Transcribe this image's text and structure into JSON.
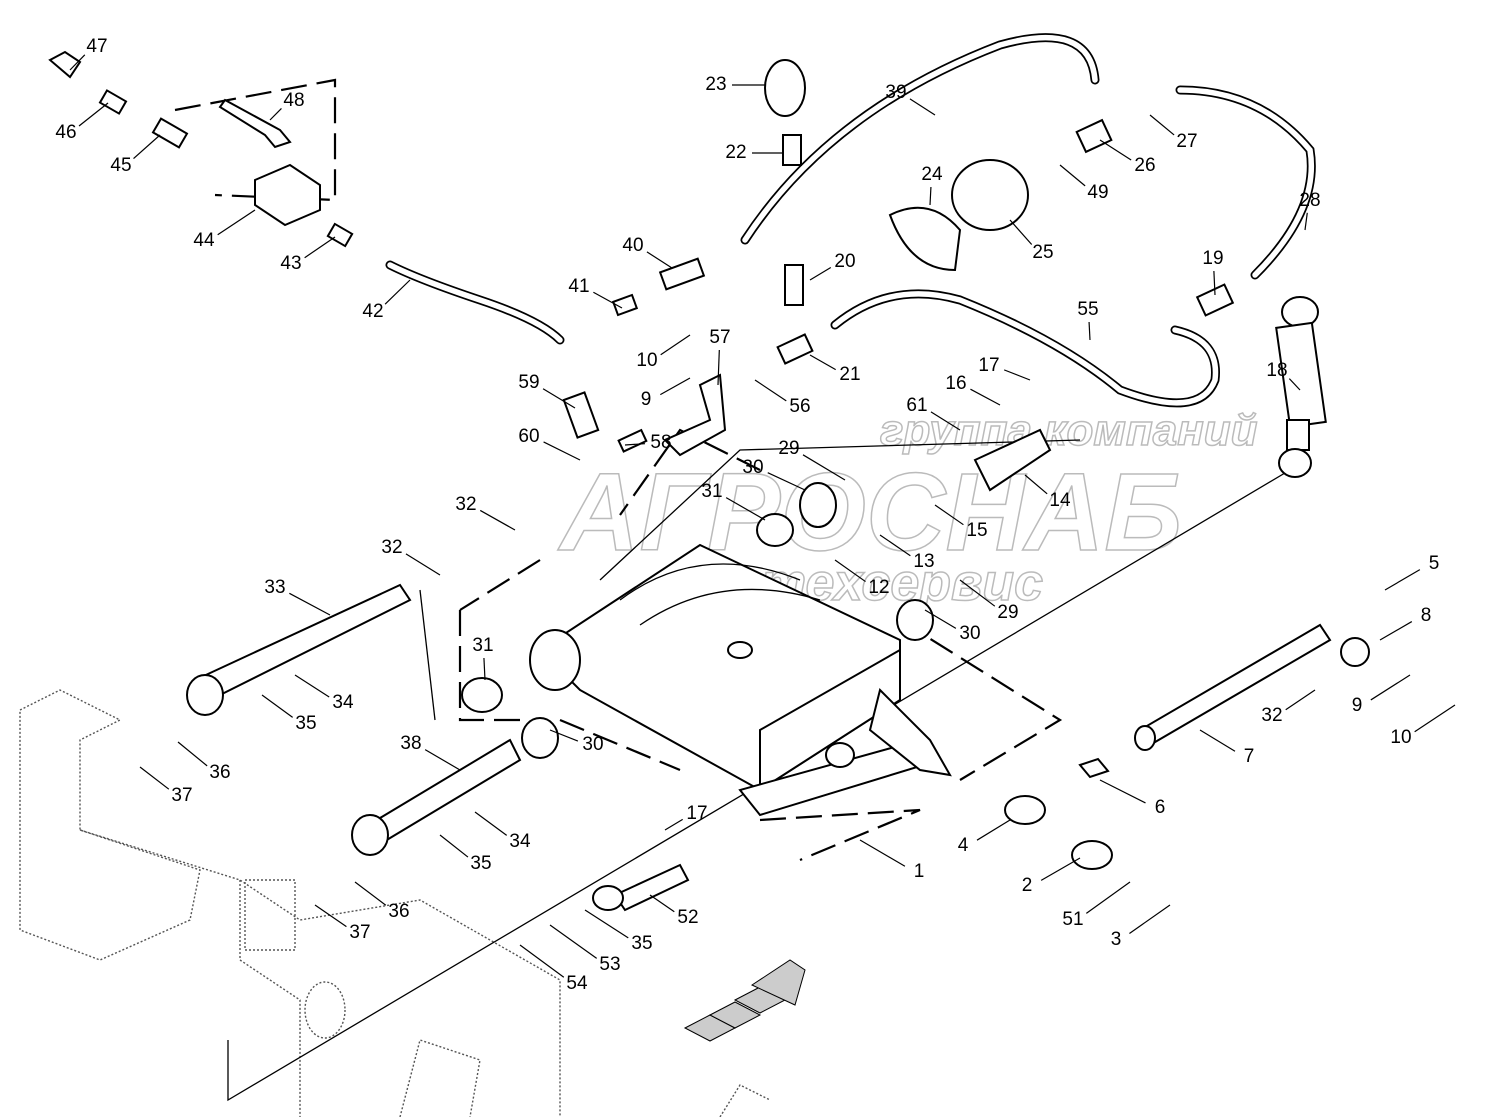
{
  "watermark": {
    "line1": "группа компаний",
    "line2": "АГРОСНАБ",
    "line3": "техсервис"
  },
  "callouts": [
    "47",
    "46",
    "45",
    "48",
    "44",
    "43",
    "42",
    "41",
    "40",
    "10",
    "57",
    "9",
    "59",
    "60",
    "58",
    "56",
    "23",
    "22",
    "39",
    "24",
    "25",
    "49",
    "26",
    "27",
    "28",
    "20",
    "21",
    "55",
    "19",
    "18",
    "17",
    "16",
    "61",
    "29",
    "30",
    "14",
    "31",
    "15",
    "13",
    "12",
    "32",
    "32",
    "29",
    "30",
    "5",
    "8",
    "33",
    "34",
    "35",
    "31",
    "32",
    "9",
    "10",
    "36",
    "37",
    "38",
    "30",
    "7",
    "6",
    "4",
    "17",
    "34",
    "35",
    "1",
    "2",
    "36",
    "37",
    "52",
    "51",
    "3",
    "35",
    "53",
    "54"
  ],
  "icons": {
    "direction_arrow": "arrow-forward-icon"
  }
}
